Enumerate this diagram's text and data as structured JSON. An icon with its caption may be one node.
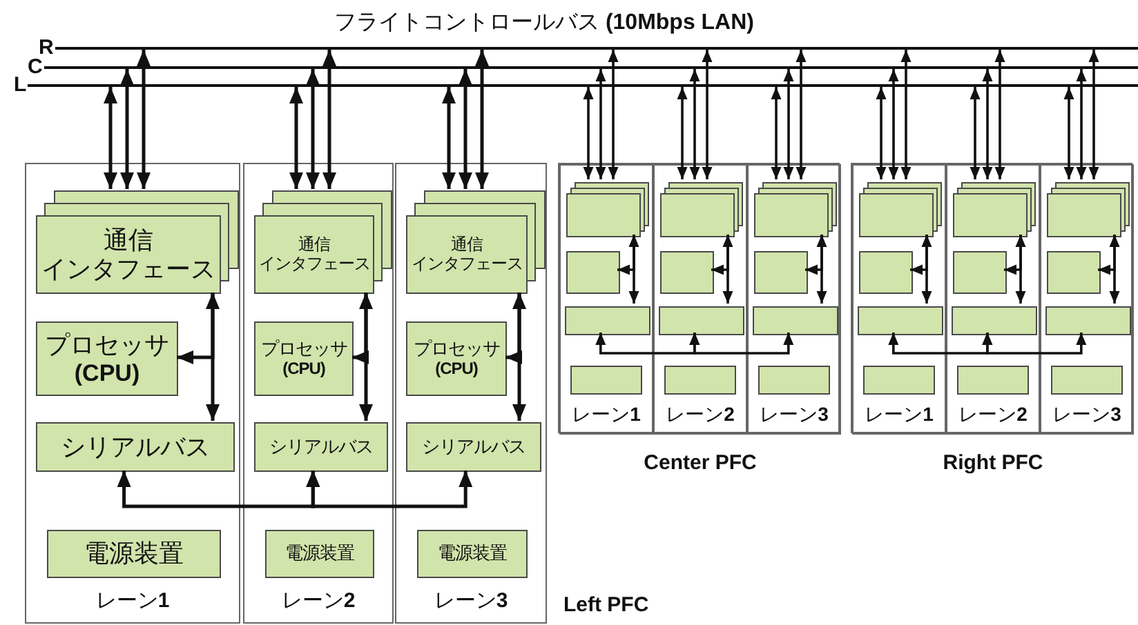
{
  "diagram": {
    "title": "フライトコントロールバス **(10Mbps LAN)**",
    "nodes": [
      {
        "text": [
          "R"
        ]
      },
      {
        "text": [
          "C"
        ]
      },
      {
        "text": [
          "L"
        ]
      },
      {
        "text": [
          "Left PFC"
        ]
      },
      {
        "text": [
          "レーン**1**"
        ],
        "in": 3
      },
      {
        "text": [
          "通信",
          "インタフェース"
        ],
        "in": 4
      },
      {
        "text": [
          "プロセッサ",
          "(CPU)"
        ],
        "in": 4
      },
      {
        "text": [
          "シリアルバス"
        ],
        "in": 4
      },
      {
        "text": [
          "電源装置"
        ],
        "in": 4
      },
      {
        "text": [
          "レーン**2**"
        ],
        "in": 3
      },
      {
        "text": [
          "通信",
          "インタフェース"
        ],
        "in": 9
      },
      {
        "text": [
          "プロセッサ",
          "(CPU)"
        ],
        "in": 9
      },
      {
        "text": [
          "シリアルバス"
        ],
        "in": 9
      },
      {
        "text": [
          "電源装置"
        ],
        "in": 9
      },
      {
        "text": [
          "レーン**3**"
        ],
        "in": 3
      },
      {
        "text": [
          "通信",
          "インタフェース"
        ],
        "in": 14
      },
      {
        "text": [
          "プロセッサ",
          "(CPU)"
        ],
        "in": 14
      },
      {
        "text": [
          "シリアルバス"
        ],
        "in": 14
      },
      {
        "text": [
          "電源装置"
        ],
        "in": 14
      },
      {
        "text": [
          "Center PFC"
        ]
      },
      {
        "text": [
          "レーン**1**"
        ],
        "in": 19
      },
      {
        "text": [],
        "shape": "box",
        "in": 20
      },
      {
        "text": [],
        "shape": "box",
        "in": 20
      },
      {
        "text": [],
        "shape": "box",
        "in": 20
      },
      {
        "text": [],
        "shape": "box",
        "in": 20
      },
      {
        "text": [
          "レーン**2**"
        ],
        "in": 19
      },
      {
        "text": [],
        "shape": "box",
        "in": 25
      },
      {
        "text": [],
        "shape": "box",
        "in": 25
      },
      {
        "text": [],
        "shape": "box",
        "in": 25
      },
      {
        "text": [],
        "shape": "box",
        "in": 25
      },
      {
        "text": [
          "レーン**3**"
        ],
        "in": 19
      },
      {
        "text": [],
        "shape": "box",
        "in": 30
      },
      {
        "text": [],
        "shape": "box",
        "in": 30
      },
      {
        "text": [],
        "shape": "box",
        "in": 30
      },
      {
        "text": [],
        "shape": "box",
        "in": 30
      },
      {
        "text": [
          "Right PFC"
        ]
      },
      {
        "text": [
          "レーン**1**"
        ],
        "in": 35
      },
      {
        "text": [],
        "shape": "box",
        "in": 36
      },
      {
        "text": [],
        "shape": "box",
        "in": 36
      },
      {
        "text": [],
        "shape": "box",
        "in": 36
      },
      {
        "text": [],
        "shape": "box",
        "in": 36
      },
      {
        "text": [
          "レーン**2**"
        ],
        "in": 35
      },
      {
        "text": [],
        "shape": "box",
        "in": 41
      },
      {
        "text": [],
        "shape": "box",
        "in": 41
      },
      {
        "text": [],
        "shape": "box",
        "in": 41
      },
      {
        "text": [],
        "shape": "box",
        "in": 41
      },
      {
        "text": [
          "レーン**3**"
        ],
        "in": 35
      },
      {
        "text": [],
        "shape": "box",
        "in": 46
      },
      {
        "text": [],
        "shape": "box",
        "in": 46
      },
      {
        "text": [],
        "shape": "box",
        "in": 46
      },
      {
        "text": [],
        "shape": "box",
        "in": 46
      }
    ],
    "edges": [
      {
        "from": 2,
        "to": 5,
        "arrow": "both"
      },
      {
        "from": 1,
        "to": 5,
        "arrow": "both"
      },
      {
        "from": 0,
        "to": 5,
        "arrow": "both"
      },
      {
        "from": 5,
        "to": 7,
        "arrow": "both"
      },
      {
        "from": 5,
        "to": 6,
        "arrow": "to"
      },
      {
        "from": 2,
        "to": 10,
        "arrow": "both"
      },
      {
        "from": 1,
        "to": 10,
        "arrow": "both"
      },
      {
        "from": 0,
        "to": 10,
        "arrow": "both"
      },
      {
        "from": 10,
        "to": 12,
        "arrow": "both"
      },
      {
        "from": 10,
        "to": 11,
        "arrow": "to"
      },
      {
        "from": 2,
        "to": 15,
        "arrow": "both"
      },
      {
        "from": 1,
        "to": 15,
        "arrow": "both"
      },
      {
        "from": 0,
        "to": 15,
        "arrow": "both"
      },
      {
        "from": 15,
        "to": 17,
        "arrow": "both"
      },
      {
        "from": 15,
        "to": 16,
        "arrow": "to"
      },
      {
        "from": 7,
        "to": 12,
        "arrow": "both"
      },
      {
        "from": 12,
        "to": 17,
        "arrow": "both"
      },
      {
        "from": 2,
        "to": 21,
        "arrow": "both"
      },
      {
        "from": 1,
        "to": 21,
        "arrow": "both"
      },
      {
        "from": 0,
        "to": 21,
        "arrow": "both"
      },
      {
        "from": 21,
        "to": 23,
        "arrow": "both"
      },
      {
        "from": 21,
        "to": 22,
        "arrow": "to"
      },
      {
        "from": 2,
        "to": 26,
        "arrow": "both"
      },
      {
        "from": 1,
        "to": 26,
        "arrow": "both"
      },
      {
        "from": 0,
        "to": 26,
        "arrow": "both"
      },
      {
        "from": 26,
        "to": 28,
        "arrow": "both"
      },
      {
        "from": 26,
        "to": 27,
        "arrow": "to"
      },
      {
        "from": 2,
        "to": 31,
        "arrow": "both"
      },
      {
        "from": 1,
        "to": 31,
        "arrow": "both"
      },
      {
        "from": 0,
        "to": 31,
        "arrow": "both"
      },
      {
        "from": 31,
        "to": 33,
        "arrow": "both"
      },
      {
        "from": 31,
        "to": 32,
        "arrow": "to"
      },
      {
        "from": 23,
        "to": 28,
        "arrow": "both"
      },
      {
        "from": 28,
        "to": 33,
        "arrow": "both"
      },
      {
        "from": 2,
        "to": 37,
        "arrow": "both"
      },
      {
        "from": 1,
        "to": 37,
        "arrow": "both"
      },
      {
        "from": 0,
        "to": 37,
        "arrow": "both"
      },
      {
        "from": 37,
        "to": 39,
        "arrow": "both"
      },
      {
        "from": 37,
        "to": 38,
        "arrow": "to"
      },
      {
        "from": 2,
        "to": 42,
        "arrow": "both"
      },
      {
        "from": 1,
        "to": 42,
        "arrow": "both"
      },
      {
        "from": 0,
        "to": 42,
        "arrow": "both"
      },
      {
        "from": 42,
        "to": 44,
        "arrow": "both"
      },
      {
        "from": 42,
        "to": 43,
        "arrow": "to"
      },
      {
        "from": 2,
        "to": 47,
        "arrow": "both"
      },
      {
        "from": 1,
        "to": 47,
        "arrow": "both"
      },
      {
        "from": 0,
        "to": 47,
        "arrow": "both"
      },
      {
        "from": 47,
        "to": 49,
        "arrow": "both"
      },
      {
        "from": 47,
        "to": 48,
        "arrow": "to"
      },
      {
        "from": 39,
        "to": 44,
        "arrow": "both"
      },
      {
        "from": 44,
        "to": 49,
        "arrow": "both"
      }
    ]
  }
}
